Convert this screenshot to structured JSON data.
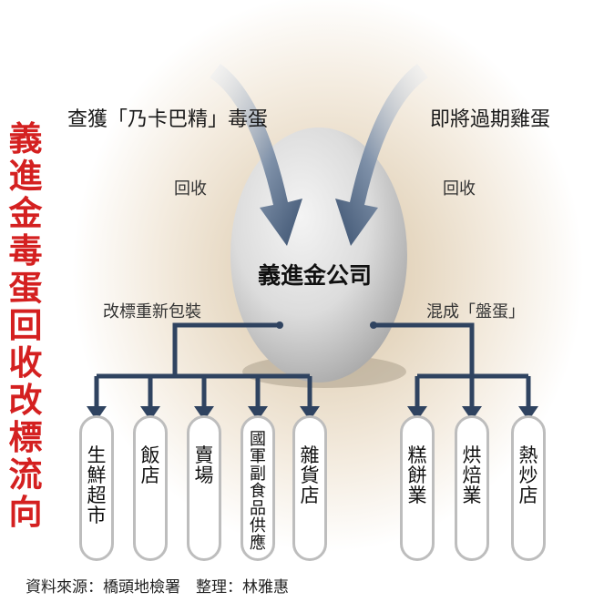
{
  "title": "義進金毒蛋回收改標流向",
  "left_source": "查獲「乃卡巴精」毒蛋",
  "right_source": "即將過期雞蛋",
  "left_action": "回收",
  "right_action": "回收",
  "company": "義進金公司",
  "left_process": "改標重新包裝",
  "right_process": "混成「盤蛋」",
  "left_destinations": [
    "生鮮超市",
    "飯店",
    "賣場",
    "國軍副食品供應",
    "雜貨店"
  ],
  "right_destinations": [
    "糕餅業",
    "烘焙業",
    "熱炒店"
  ],
  "source_note": "資料來源：橋頭地檢署　整理：林雅惠",
  "colors": {
    "title": "#d42020",
    "arrow": "#3c5270",
    "line": "#2f4360"
  }
}
